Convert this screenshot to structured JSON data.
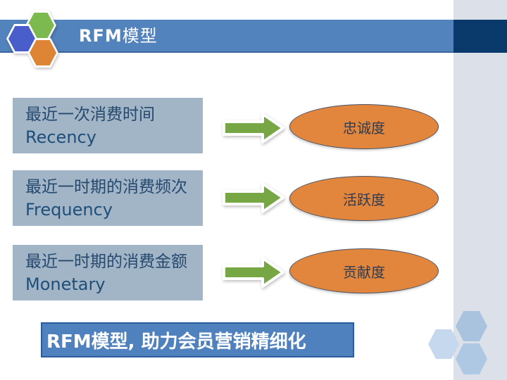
{
  "header": {
    "title_bold": "RFM",
    "title_rest": "模型"
  },
  "rows": [
    {
      "line1": "最近一次消费时间",
      "line2": "Recency",
      "ellipse_label": "忠诚度"
    },
    {
      "line1": "最近一时期的消费频次",
      "line2": "Frequency",
      "ellipse_label": "活跃度"
    },
    {
      "line1": "最近一时期的消费金额",
      "line2": "Monetary",
      "ellipse_label": "贡献度"
    }
  ],
  "footer": {
    "text": "RFM模型, 助力会员营销精细化"
  },
  "icons": {
    "logo": "hexagon-cluster-icon",
    "arrow": "right-arrow-icon",
    "decor": "hexagon-decor-icon"
  },
  "colors": {
    "header_bar": "#5383bd",
    "header_accent_block": "#0a3a6b",
    "right_rail": "#dce1e9",
    "factor_box_fill": "#a1b5c6",
    "factor_text_cn": "#26496f",
    "factor_text_en": "#1f4e79",
    "arrow_green": "#77a644",
    "ellipse_orange": "#e2863e",
    "ellipse_border": "#4a5568",
    "footer_fill": "#4e81bd",
    "footer_border": "#2d5c9e",
    "logo_green": "#7cb94e",
    "logo_blue": "#4a5ecb",
    "logo_orange": "#de8435",
    "decor_hex_top": "#a9c2de",
    "decor_hex_left": "#c6d8ed",
    "decor_hex_bottom": "#aec7e3"
  }
}
